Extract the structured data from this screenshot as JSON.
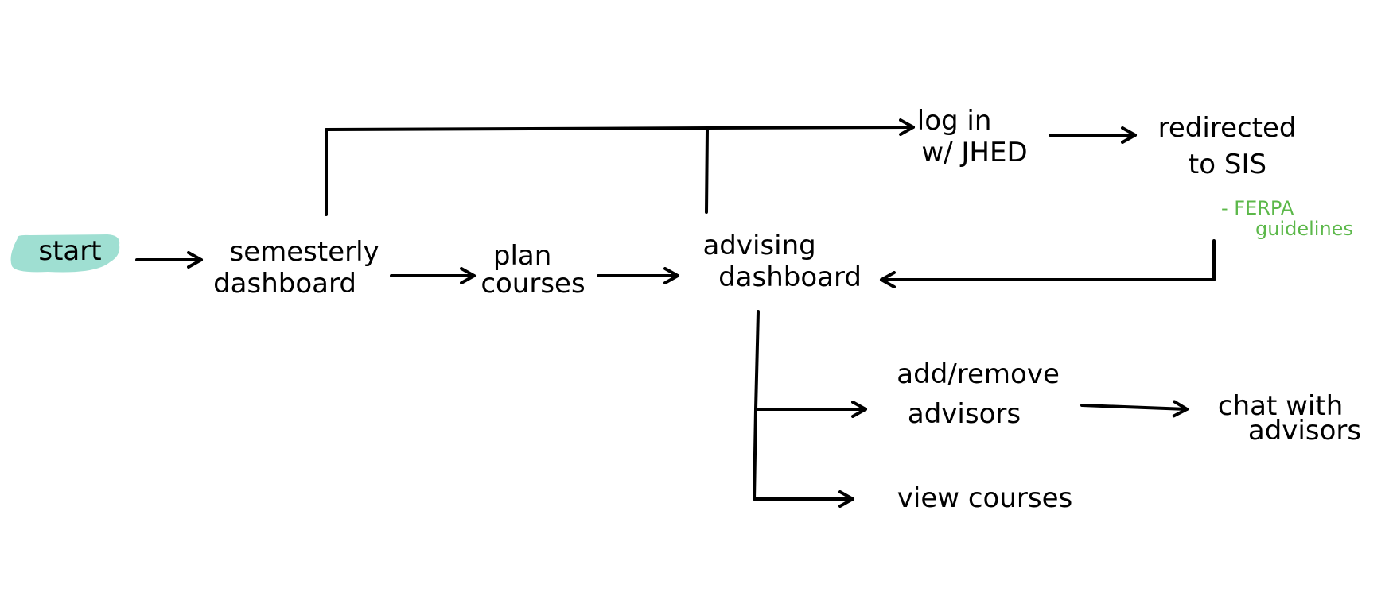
{
  "colors": {
    "ink": "#000000",
    "start_highlight": "#9fdfd2",
    "note": "#5cb84a"
  },
  "nodes": {
    "start": "start",
    "semesterly_dashboard": [
      "semesterly",
      "dashboard"
    ],
    "plan_courses": [
      "plan",
      "courses"
    ],
    "advising_dashboard": [
      "advising",
      "dashboard"
    ],
    "log_in": [
      "log in",
      "w/ JHED"
    ],
    "redirected": [
      "redirected",
      "to SIS"
    ],
    "add_remove_advisors": [
      "add/remove",
      "advisors"
    ],
    "chat_with_advisors": [
      "chat with",
      "advisors"
    ],
    "view_courses": "view courses"
  },
  "notes": {
    "ferpa": [
      "- FERPA",
      "guidelines"
    ]
  }
}
